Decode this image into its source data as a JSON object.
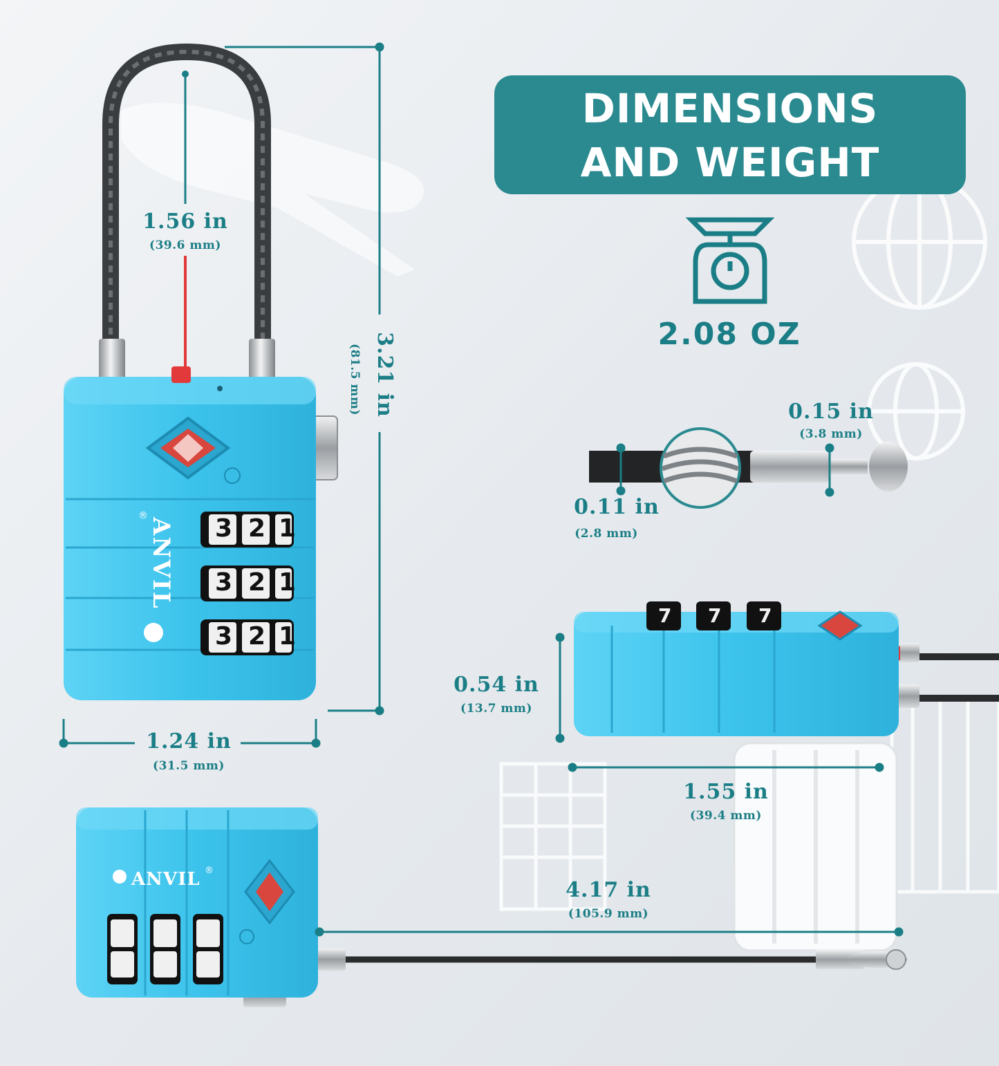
{
  "title": {
    "line1": "DIMENSIONS",
    "line2": "AND WEIGHT"
  },
  "weight": {
    "value": "2.08 OZ",
    "icon": "scale-icon"
  },
  "brand": {
    "name": "ANVIL",
    "registered": "®"
  },
  "dial_digits": {
    "top": "3",
    "mid": "2",
    "bottom": "1",
    "side": "7"
  },
  "dimensions": {
    "shackle_height": {
      "inch": "1.56 in",
      "mm": "(39.6 mm)"
    },
    "total_height": {
      "inch": "3.21 in",
      "mm": "(81.5 mm)"
    },
    "body_width": {
      "inch": "1.24 in",
      "mm": "(31.5 mm)"
    },
    "cable_end_dia": {
      "inch": "0.15 in",
      "mm": "(3.8 mm)"
    },
    "cable_dia": {
      "inch": "0.11 in",
      "mm": "(2.8 mm)"
    },
    "body_thickness": {
      "inch": "0.54 in",
      "mm": "(13.7 mm)"
    },
    "body_length": {
      "inch": "1.55 in",
      "mm": "(39.4 mm)"
    },
    "cable_length": {
      "inch": "4.17 in",
      "mm": "(105.9 mm)"
    }
  },
  "colors": {
    "teal": "#2a8a90",
    "label": "#1b7e86",
    "lock_body": "#3cc3ec",
    "tsa_red": "#d8463e"
  }
}
